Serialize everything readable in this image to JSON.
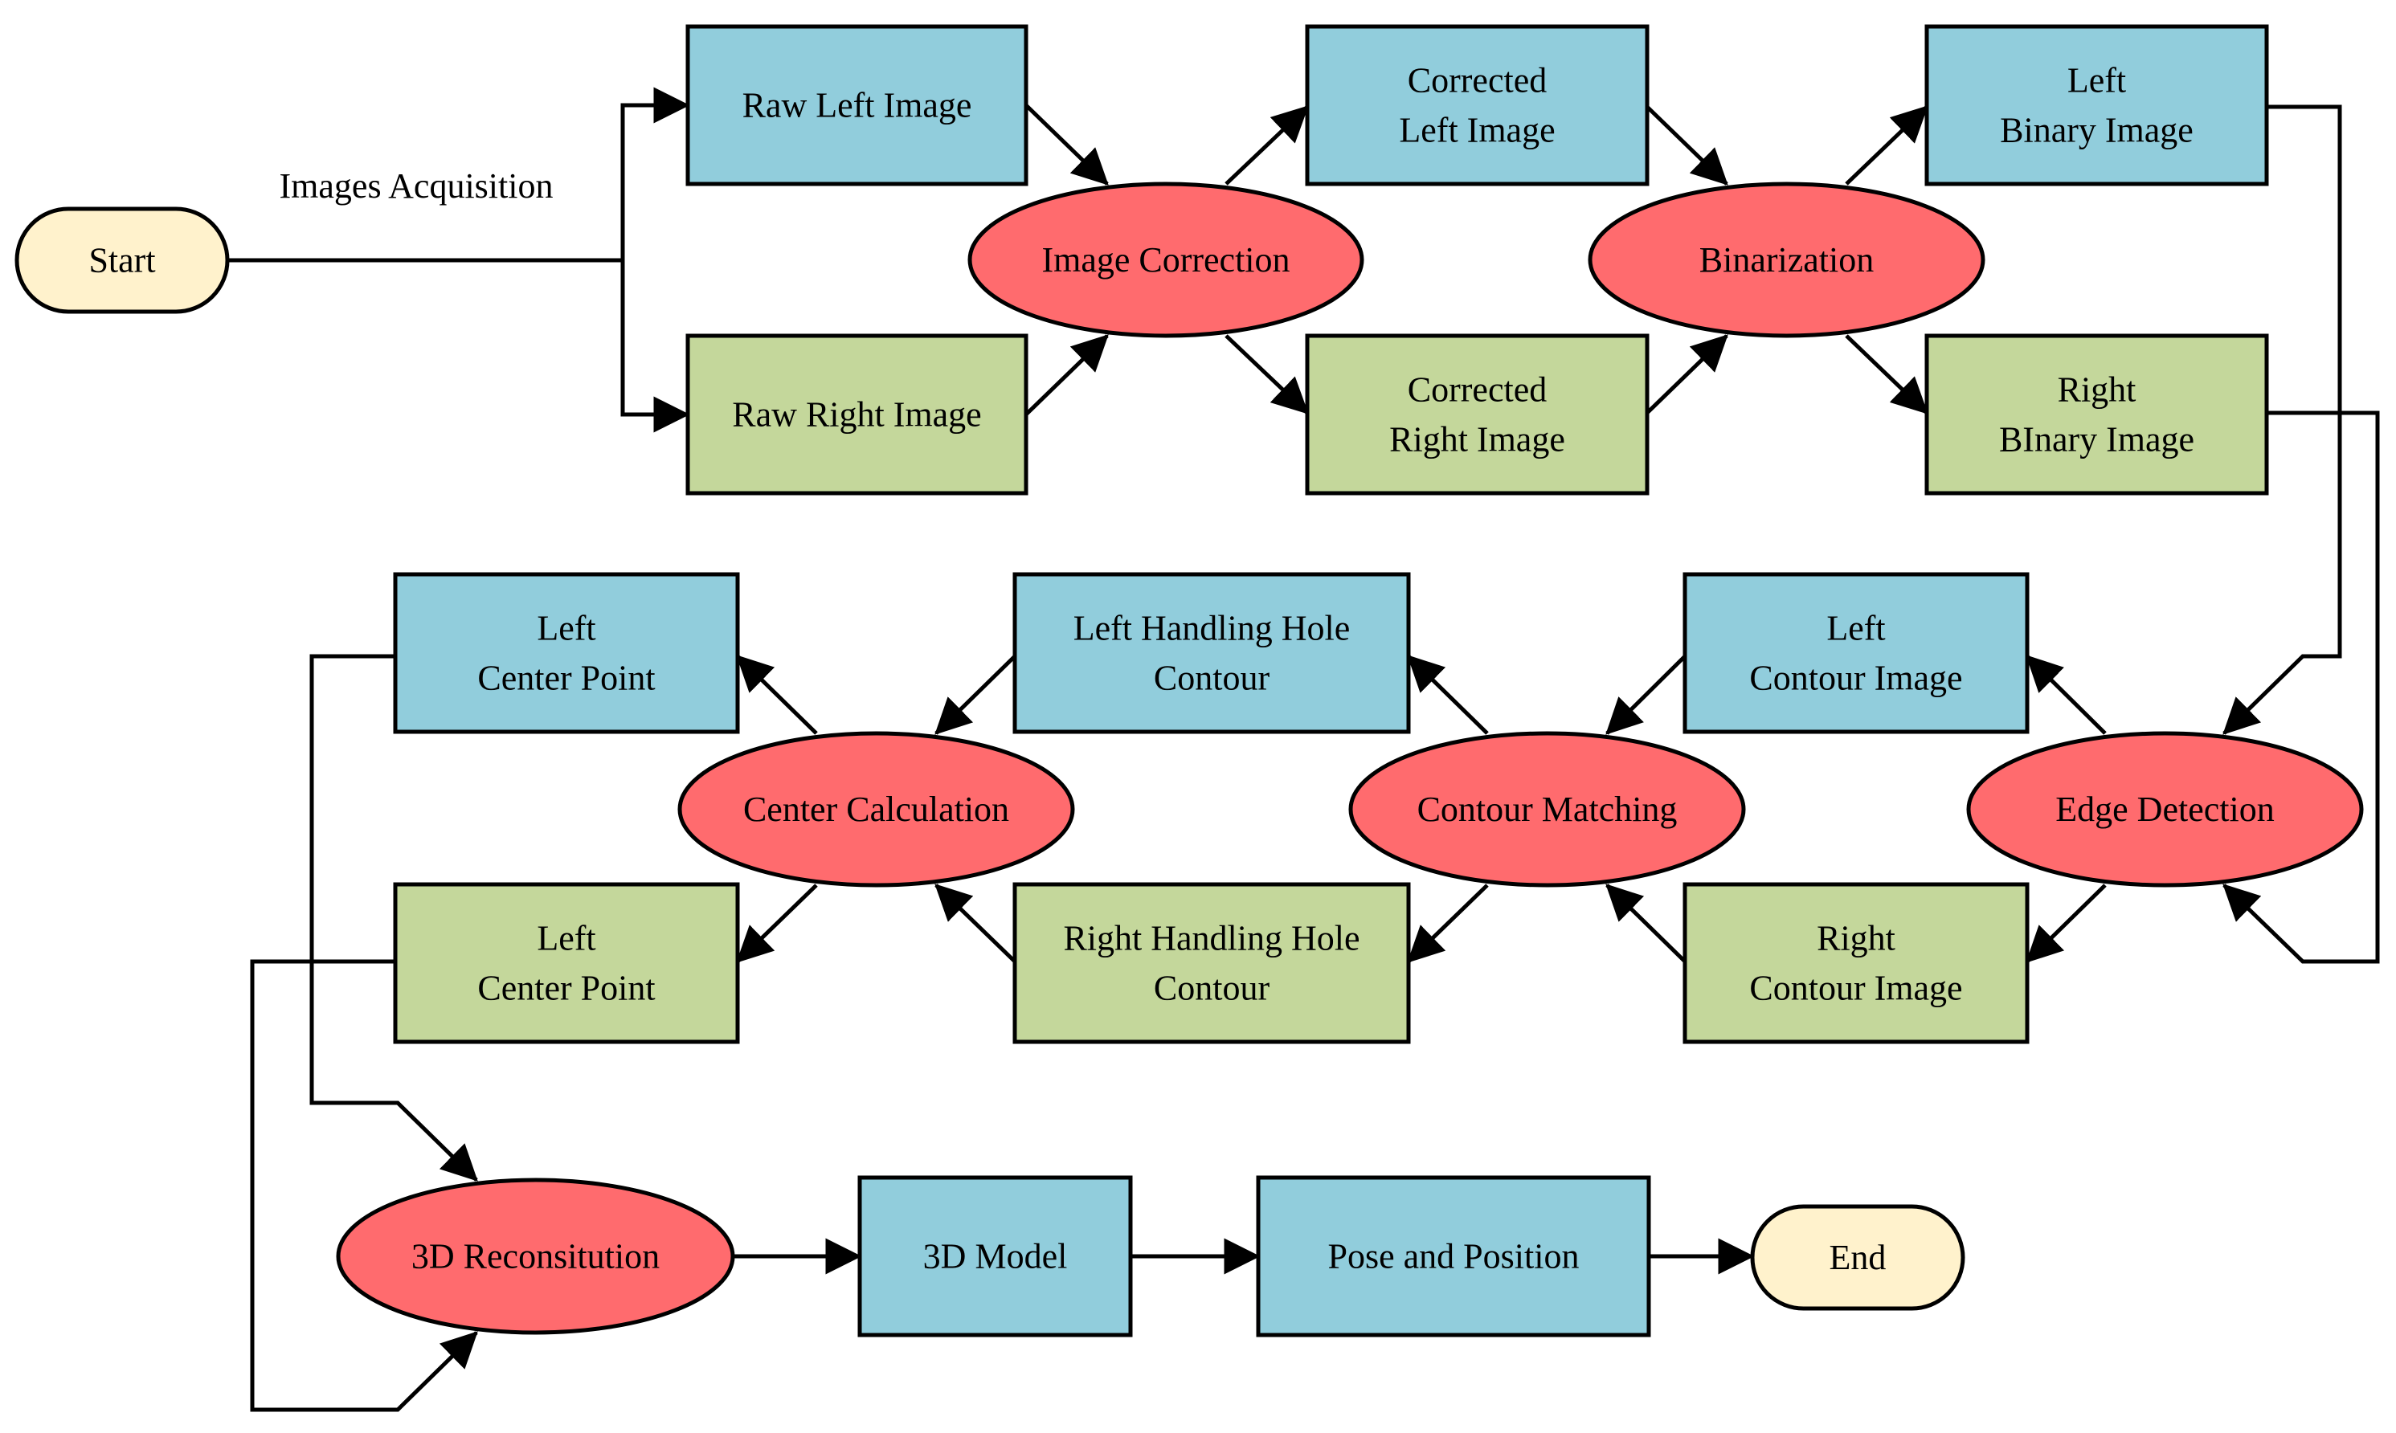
{
  "colors": {
    "terminal": "#FFF2CC",
    "process": "#FF6B6E",
    "left_data": "#91CDDC",
    "right_data": "#C4D79B",
    "stroke": "#000000"
  },
  "edge_label": "Images Acquisition",
  "nodes": {
    "start": {
      "lines": [
        "Start"
      ]
    },
    "raw_left": {
      "lines": [
        "Raw Left Image"
      ]
    },
    "raw_right": {
      "lines": [
        "Raw Right Image"
      ]
    },
    "image_correction": {
      "lines": [
        "Image Correction"
      ]
    },
    "corrected_left": {
      "lines": [
        "Corrected",
        "Left Image"
      ]
    },
    "corrected_right": {
      "lines": [
        "Corrected",
        "Right Image"
      ]
    },
    "binarization": {
      "lines": [
        "Binarization"
      ]
    },
    "left_binary": {
      "lines": [
        "Left",
        "Binary Image"
      ]
    },
    "right_binary": {
      "lines": [
        "Right",
        "BInary Image"
      ]
    },
    "edge_detection": {
      "lines": [
        "Edge Detection"
      ]
    },
    "left_contour": {
      "lines": [
        "Left",
        "Contour Image"
      ]
    },
    "right_contour": {
      "lines": [
        "Right",
        "Contour Image"
      ]
    },
    "contour_matching": {
      "lines": [
        "Contour Matching"
      ]
    },
    "left_hole": {
      "lines": [
        "Left Handling Hole",
        "Contour"
      ]
    },
    "right_hole": {
      "lines": [
        "Right Handling Hole",
        "Contour"
      ]
    },
    "center_calc": {
      "lines": [
        "Center Calculation"
      ]
    },
    "left_center": {
      "lines": [
        "Left",
        "Center Point"
      ]
    },
    "left_center_2": {
      "lines": [
        "Left",
        "Center Point"
      ]
    },
    "reconstitution": {
      "lines": [
        "3D Reconsitution"
      ]
    },
    "model": {
      "lines": [
        "3D Model"
      ]
    },
    "pose": {
      "lines": [
        "Pose and Position"
      ]
    },
    "end": {
      "lines": [
        "End"
      ]
    }
  }
}
